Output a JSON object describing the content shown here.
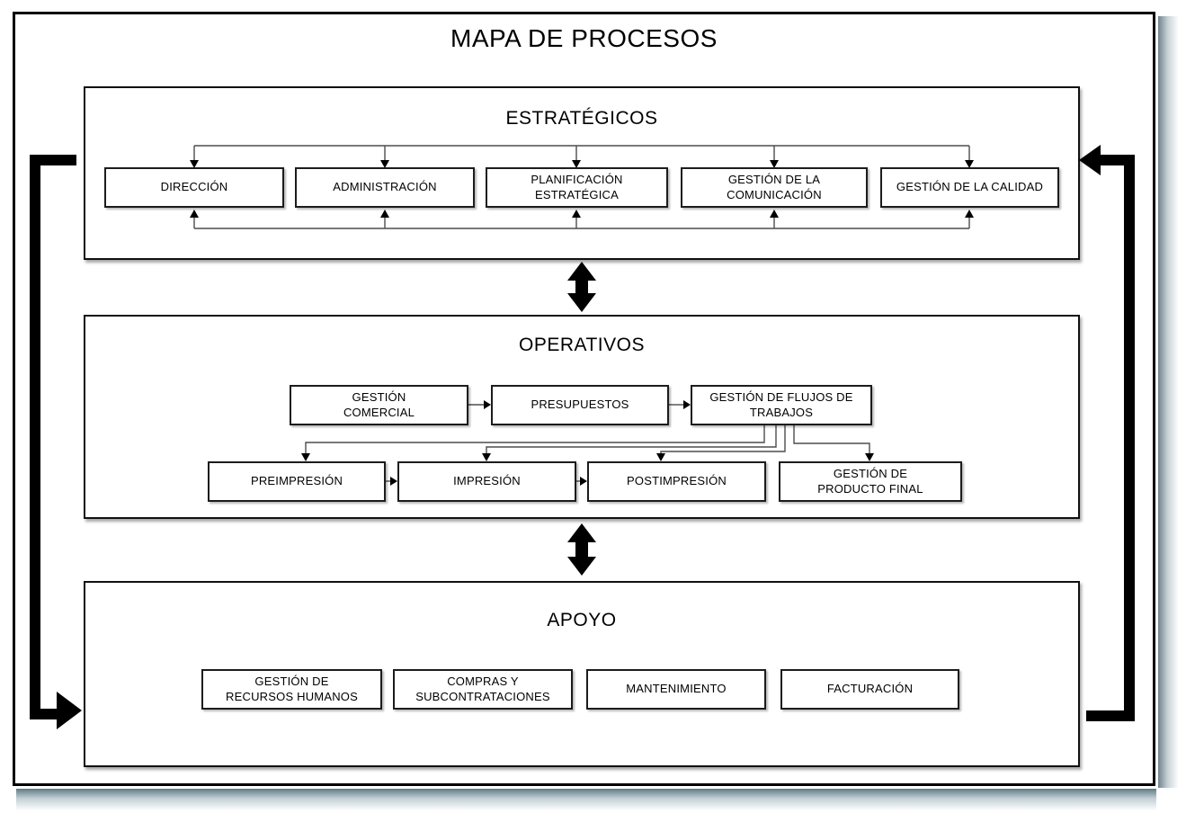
{
  "title": "MAPA DE PROCESOS",
  "colors": {
    "box_border": "#1c1c1c",
    "section_border": "#111111",
    "thin_line": "#4d4d4d",
    "arrow": "#000000",
    "frame_shadow_tint": "#55737f"
  },
  "sections": {
    "estrategicos": {
      "label": "ESTRATÉGICOS",
      "boxes": [
        {
          "label": "DIRECCIÓN"
        },
        {
          "label": "ADMINISTRACIÓN"
        },
        {
          "label": "PLANIFICACIÓN ESTRATÉGICA"
        },
        {
          "label": "GESTIÓN DE LA COMUNICACIÓN"
        },
        {
          "label": "GESTIÓN DE LA CALIDAD"
        }
      ]
    },
    "operativos": {
      "label": "OPERATIVOS",
      "row1": [
        {
          "label": "GESTIÓN\nCOMERCIAL"
        },
        {
          "label": "PRESUPUESTOS"
        },
        {
          "label": "GESTIÓN DE FLUJOS DE\nTRABAJOS"
        }
      ],
      "row2": [
        {
          "label": "PREIMPRESIÓN"
        },
        {
          "label": "IMPRESIÓN"
        },
        {
          "label": "POSTIMPRESIÓN"
        },
        {
          "label": "GESTIÓN DE\nPRODUCTO FINAL"
        }
      ]
    },
    "apoyo": {
      "label": "APOYO",
      "boxes": [
        {
          "label": "GESTIÓN DE\nRECURSOS HUMANOS"
        },
        {
          "label": "COMPRAS Y\nSUBCONTRATACIONES"
        },
        {
          "label": "MANTENIMIENTO"
        },
        {
          "label": "FACTURACIÓN"
        }
      ]
    }
  }
}
